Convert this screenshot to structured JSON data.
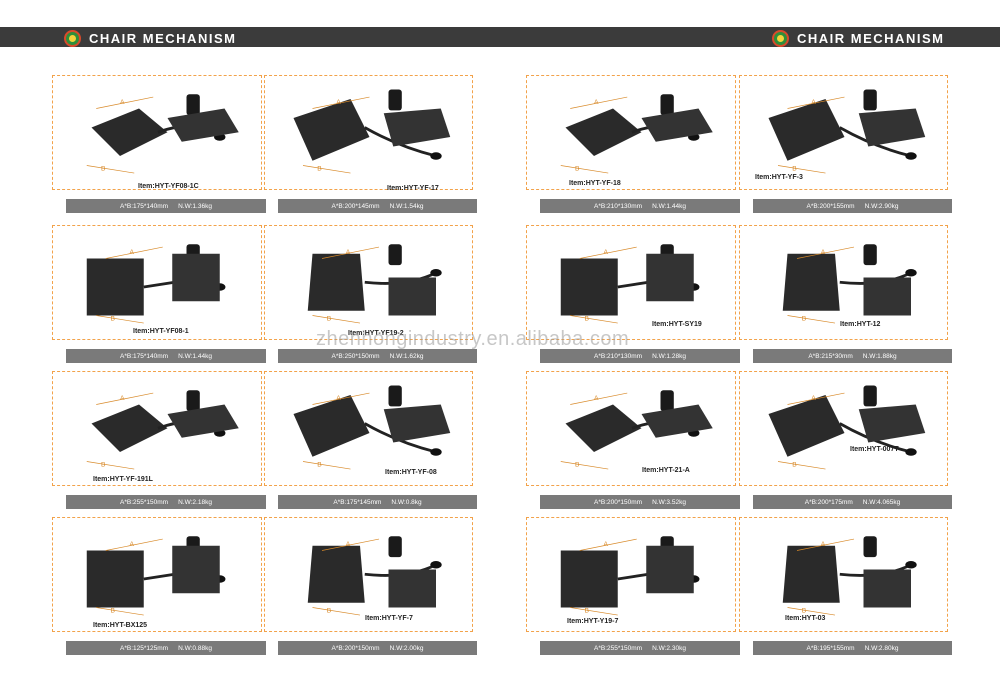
{
  "header": {
    "left_title": "CHAIR MECHANISM",
    "right_title": "CHAIR MECHANISM",
    "logo_icon": "company-logo-icon"
  },
  "watermark": "zhenhongindustry.en.alibaba.com",
  "products": [
    {
      "item": "Item:HYT-YF08-1C",
      "dim": "A*B:175*140mm",
      "nw": "N.W:1.36kg"
    },
    {
      "item": "Item:HYT-YF-17",
      "dim": "A*B:200*145mm",
      "nw": "N.W:1.54kg"
    },
    {
      "item": "Item:HYT-YF08-1",
      "dim": "A*B:175*140mm",
      "nw": "N.W:1.44kg"
    },
    {
      "item": "Item:HYT-YF19-2",
      "dim": "A*B:250*150mm",
      "nw": "N.W:1.62kg"
    },
    {
      "item": "Item:HYT-YF-191L",
      "dim": "A*B:255*150mm",
      "nw": "N.W:2.18kg"
    },
    {
      "item": "Item:HYT-YF-08",
      "dim": "A*B:175*145mm",
      "nw": "N.W:0.8kg"
    },
    {
      "item": "Item:HYT-BX125",
      "dim": "A*B:125*125mm",
      "nw": "N.W:0.88kg"
    },
    {
      "item": "Item:HYT-YF-7",
      "dim": "A*B:200*150mm",
      "nw": "N.W:2.00kg"
    },
    {
      "item": "Item:HYT-YF-18",
      "dim": "A*B:210*130mm",
      "nw": "N.W:1.44kg"
    },
    {
      "item": "Item:HYT-YF-3",
      "dim": "A*B:200*155mm",
      "nw": "N.W:2.90kg"
    },
    {
      "item": "Item:HYT-SY19",
      "dim": "A*B:210*130mm",
      "nw": "N.W:1.28kg"
    },
    {
      "item": "Item:HYT-12",
      "dim": "A*B:215*30mm",
      "nw": "N.W:1.88kg"
    },
    {
      "item": "Item:HYT-21-A",
      "dim": "A*B:200*150mm",
      "nw": "N.W:3.52kg"
    },
    {
      "item": "Item:HYT-007T",
      "dim": "A*B:200*175mm",
      "nw": "N.W:4.065kg"
    },
    {
      "item": "Item:HYT-Y19-7",
      "dim": "A*B:255*150mm",
      "nw": "N.W:2.30kg"
    },
    {
      "item": "Item:HYT-03",
      "dim": "A*B:195*155mm",
      "nw": "N.W:2.80kg"
    }
  ],
  "marks": {
    "a": "A",
    "b": "B"
  }
}
